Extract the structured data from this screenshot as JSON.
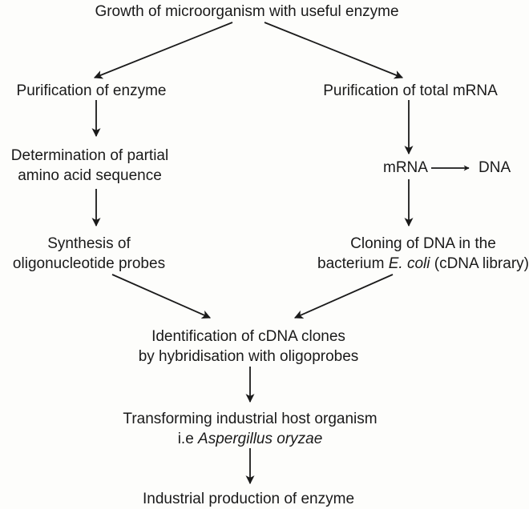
{
  "diagram": {
    "nodes": {
      "growth": {
        "line1": "Growth of microorganism with useful enzyme"
      },
      "purify_enzyme": {
        "line1": "Purification of enzyme"
      },
      "purify_mrna": {
        "line1": "Purification of total mRNA"
      },
      "determination": {
        "line1": "Determination of partial",
        "line2": "amino acid sequence"
      },
      "mrna_dna": {
        "mrna": "mRNA",
        "dna": "DNA"
      },
      "synthesis": {
        "line1": "Synthesis of",
        "line2": "oligonucleotide probes"
      },
      "cloning": {
        "line1": "Cloning of DNA in the",
        "line2_pre": "bacterium ",
        "line2_italic": "E. coli",
        "line2_post": " (cDNA library)"
      },
      "identification": {
        "line1": "Identification of cDNA clones",
        "line2": "by hybridisation with oligoprobes"
      },
      "transforming": {
        "line1": "Transforming industrial host organism",
        "line2_pre": "i.e ",
        "line2_italic": "Aspergillus oryzae"
      },
      "production": {
        "line1": "Industrial production of enzyme"
      }
    },
    "colors": {
      "ink": "#1a1a1a",
      "background": "#fdfdfb"
    }
  }
}
